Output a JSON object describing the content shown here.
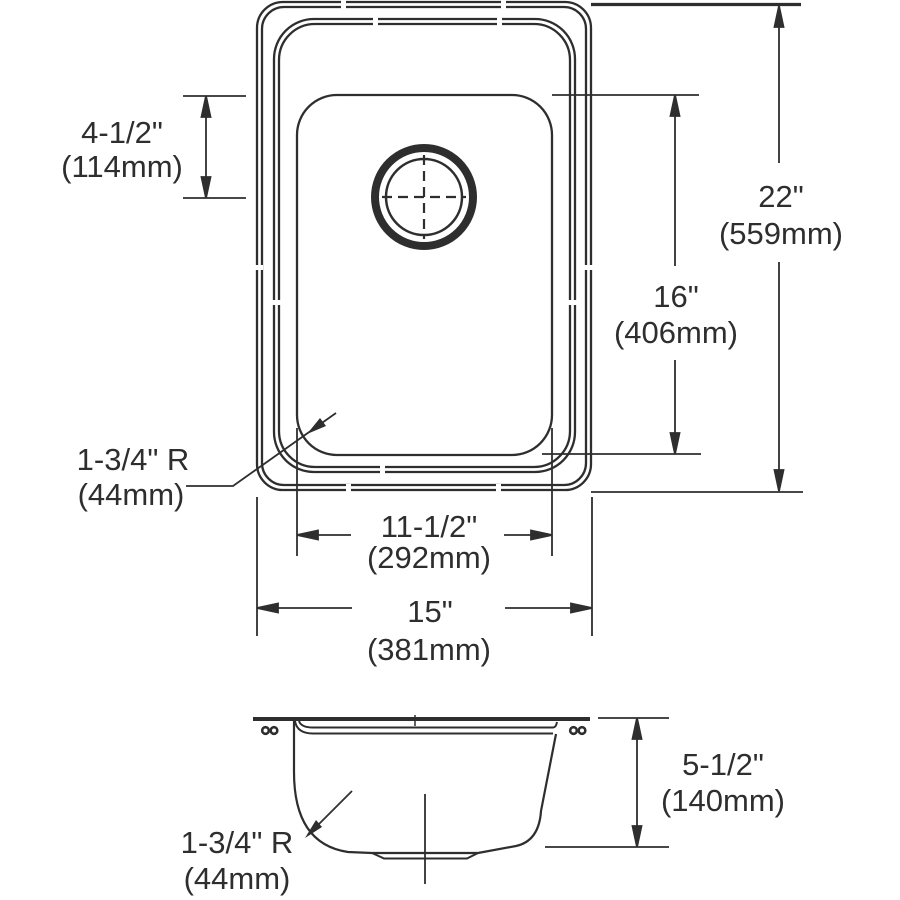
{
  "drawing": {
    "line_color": "#2e2e2e",
    "background_color": "#ffffff",
    "plan_view": {
      "drain_offset": {
        "in": "4-1/2\"",
        "mm": "(114mm)"
      },
      "overall_length": {
        "in": "22\"",
        "mm": "(559mm)"
      },
      "bowl_length": {
        "in": "16\"",
        "mm": "(406mm)"
      },
      "corner_radius": {
        "in": "1-3/4\" R",
        "mm": "(44mm)"
      },
      "bowl_width": {
        "in": "11-1/2\"",
        "mm": "(292mm)"
      },
      "overall_width": {
        "in": "15\"",
        "mm": "(381mm)"
      }
    },
    "section_view": {
      "corner_radius": {
        "in": "1-3/4\" R",
        "mm": "(44mm)"
      },
      "depth": {
        "in": "5-1/2\"",
        "mm": "(140mm)"
      }
    }
  }
}
